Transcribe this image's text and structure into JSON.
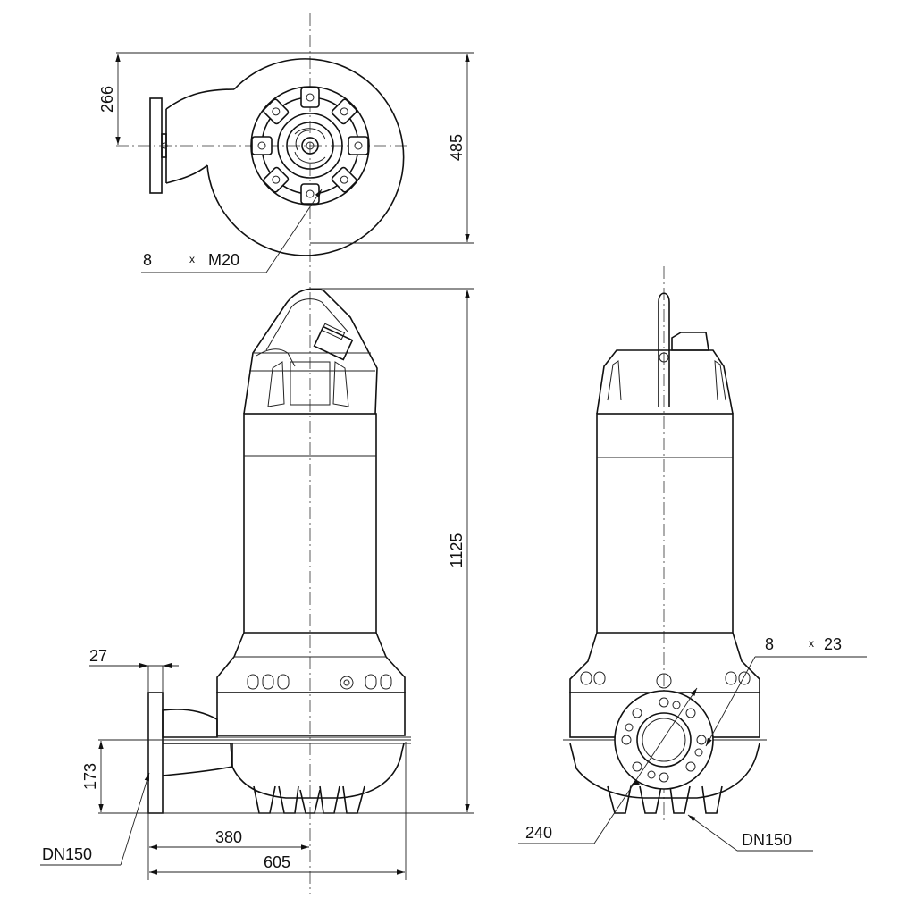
{
  "labels": {
    "top_height": "266",
    "top_total": "485",
    "bolt_count": "8",
    "times_top": "x",
    "bolt_size": "M20",
    "flange_thickness": "27",
    "outlet_height": "173",
    "dn_left": "DN150",
    "pump_height": "1125",
    "center_distance": "380",
    "overall_width": "605",
    "hole_count": "8",
    "times_right": "x",
    "hole_size": "23",
    "pitch_circle": "240",
    "dn_right": "DN150"
  }
}
